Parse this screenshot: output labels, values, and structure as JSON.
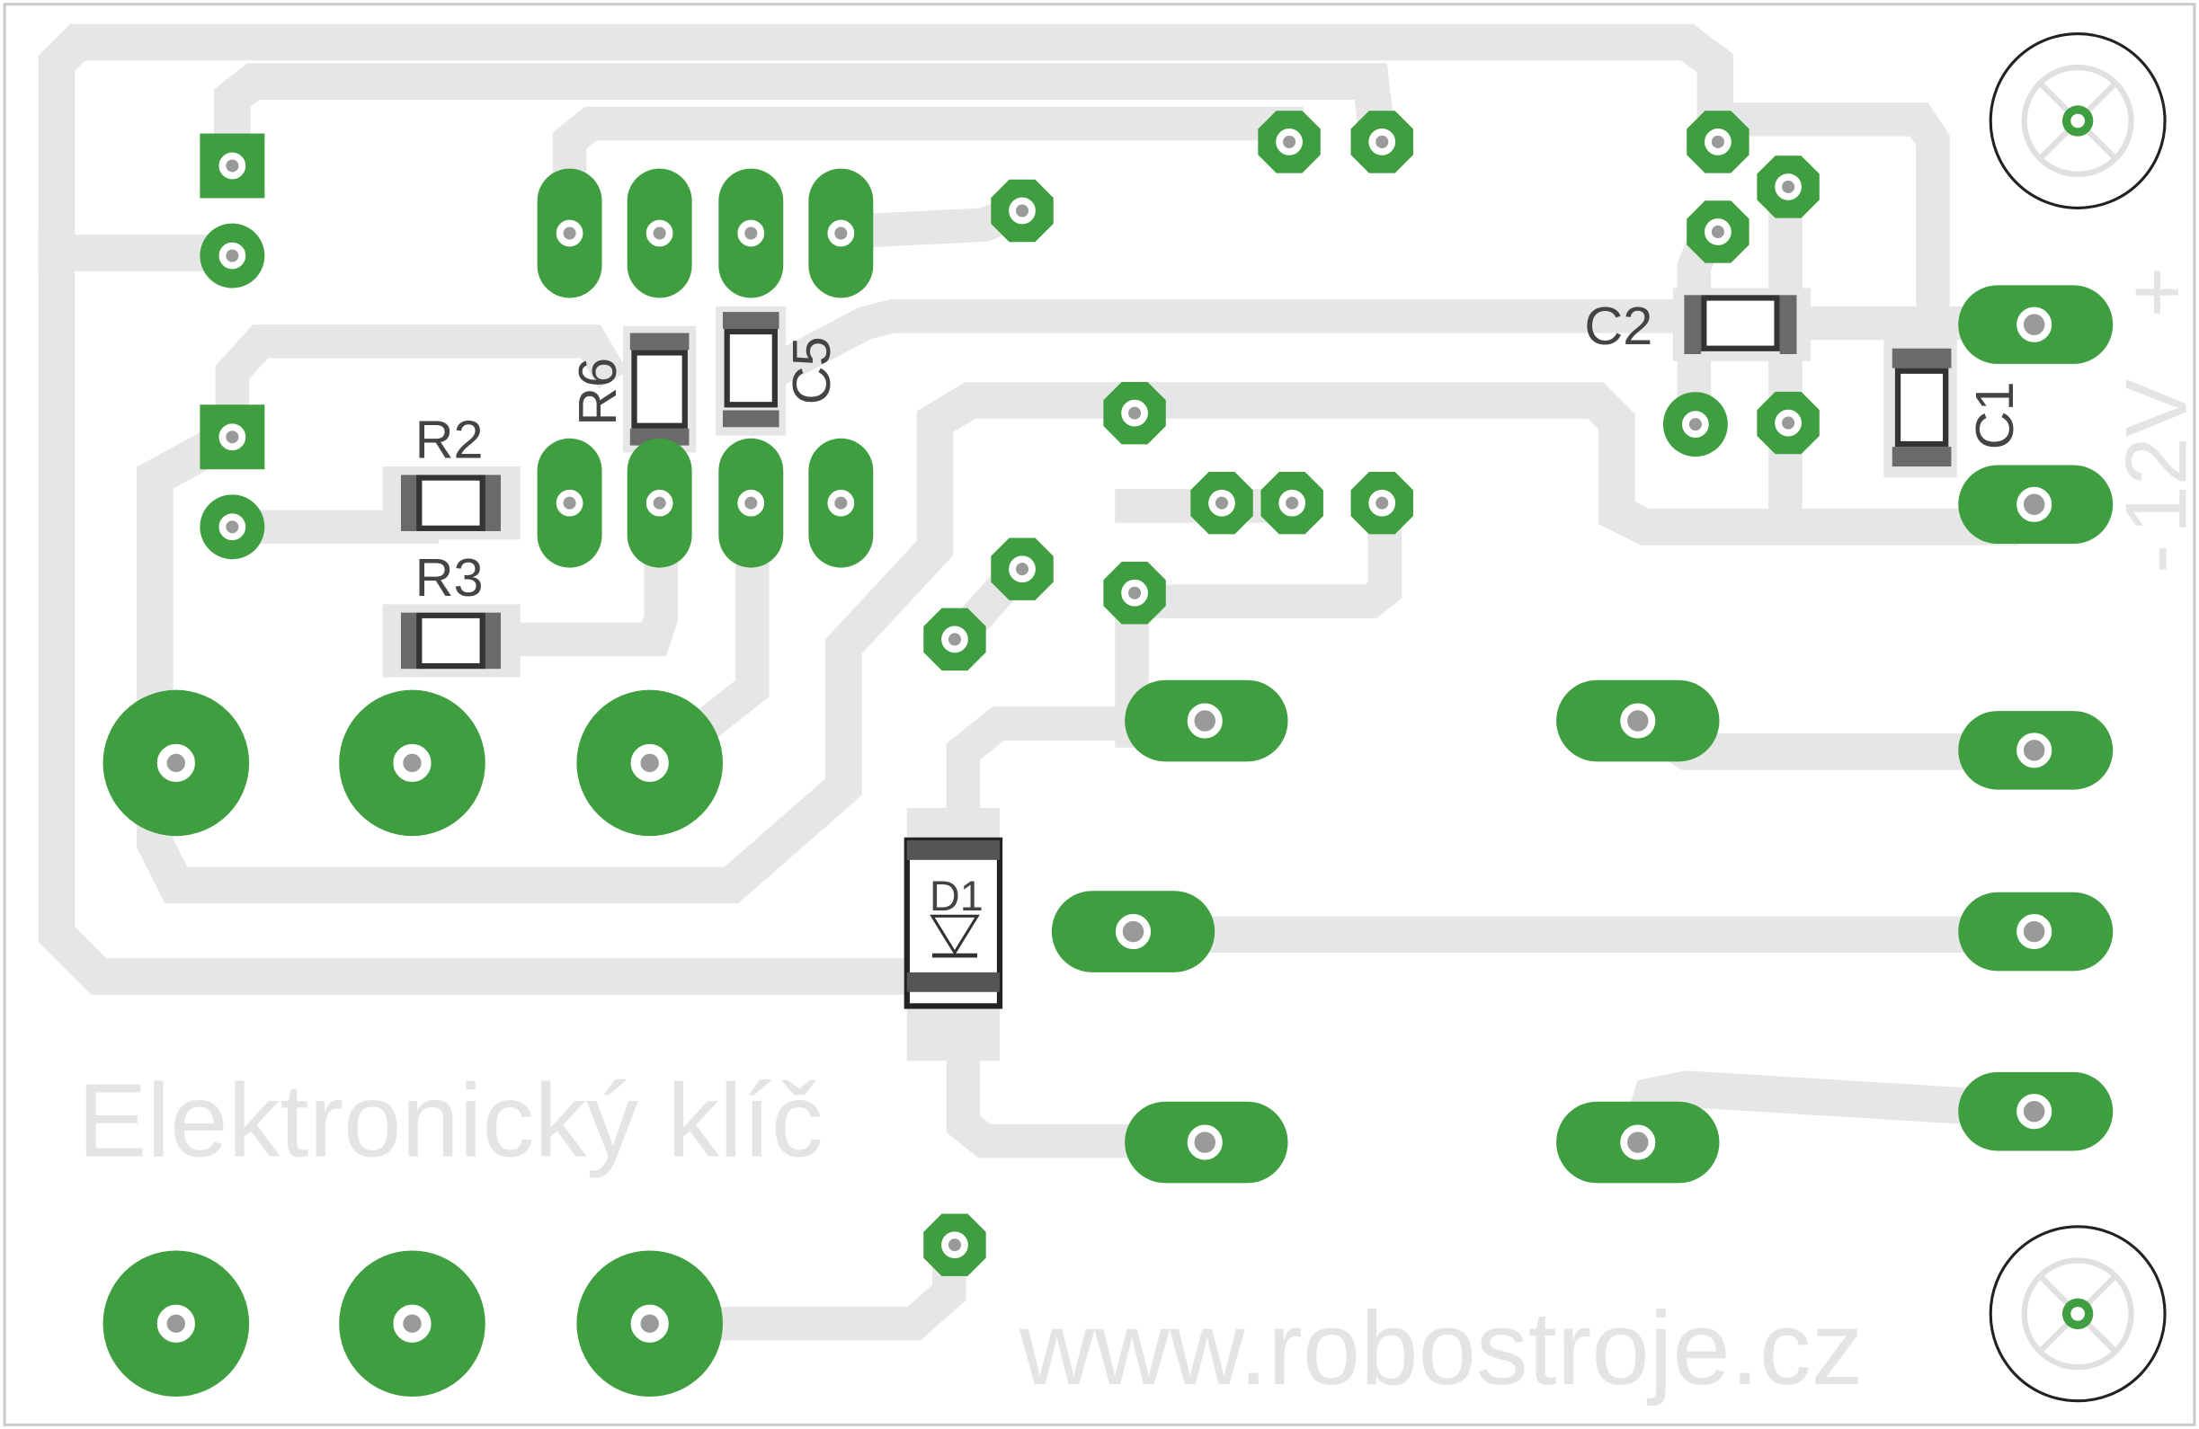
{
  "board": {
    "title": "Elektronický klíč",
    "website": "www.robostroje.cz",
    "power_label": "12V",
    "plus_sign": "+",
    "minus_sign": "-"
  },
  "components": {
    "r2": "R2",
    "r3": "R3",
    "r6": "R6",
    "c5": "C5",
    "c2": "C2",
    "c1": "C1",
    "d1": "D1"
  },
  "colors": {
    "copper_pad": "#3f9e3f",
    "trace": "#e6e6e6",
    "drill": "#9a9a9a",
    "silkscreen": "#444444"
  }
}
